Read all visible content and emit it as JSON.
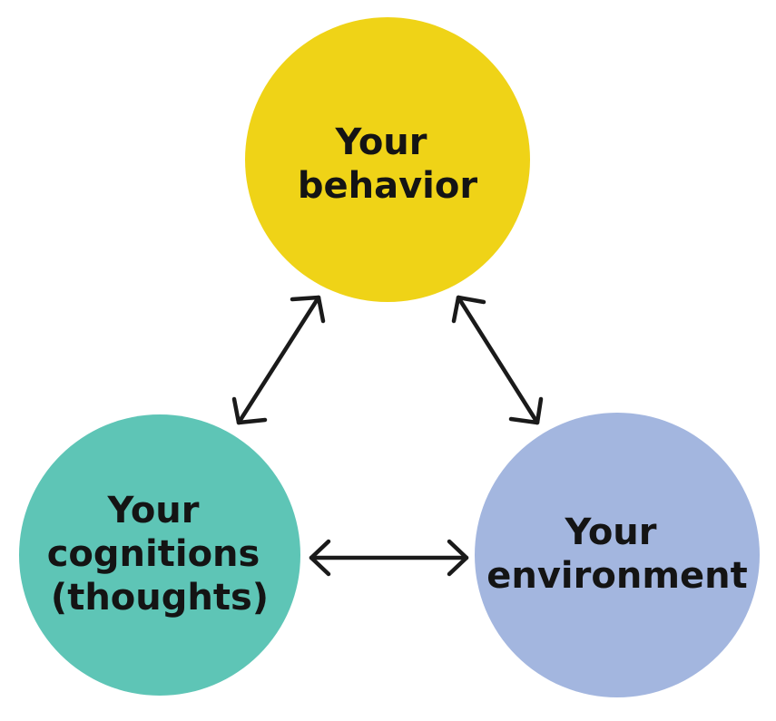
{
  "diagram": {
    "type": "triad-cycle",
    "nodes": [
      {
        "id": "behavior",
        "lines": [
          "Your",
          "behavior"
        ],
        "color": "#efd317"
      },
      {
        "id": "cognitions",
        "lines": [
          "Your",
          "cognitions",
          "(thoughts)"
        ],
        "color": "#5ec5b6"
      },
      {
        "id": "environment",
        "lines": [
          "Your",
          "environment"
        ],
        "color": "#a3b6df"
      }
    ],
    "edges": [
      {
        "from": "behavior",
        "to": "cognitions",
        "direction": "bidirectional"
      },
      {
        "from": "behavior",
        "to": "environment",
        "direction": "bidirectional"
      },
      {
        "from": "cognitions",
        "to": "environment",
        "direction": "bidirectional"
      }
    ],
    "arrow_color": "#1a1a1a",
    "background": "#ffffff"
  }
}
